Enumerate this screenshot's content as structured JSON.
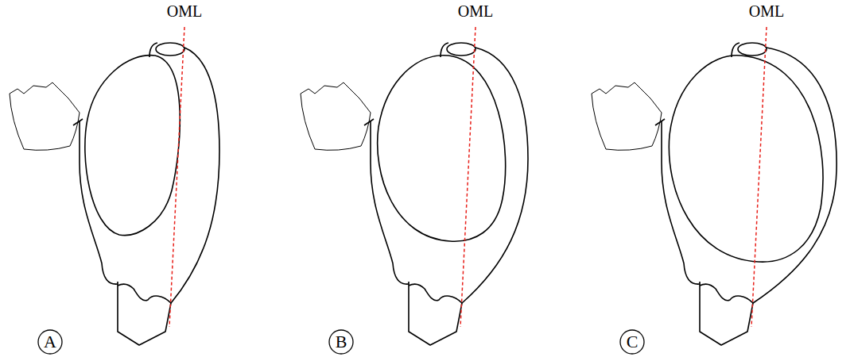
{
  "diagram": {
    "nodes": [
      {
        "text": [
          "A"
        ]
      },
      {
        "text": [
          "B"
        ]
      },
      {
        "text": [
          "C"
        ]
      }
    ],
    "labels": [
      "OML",
      "OML",
      "OML"
    ]
  }
}
